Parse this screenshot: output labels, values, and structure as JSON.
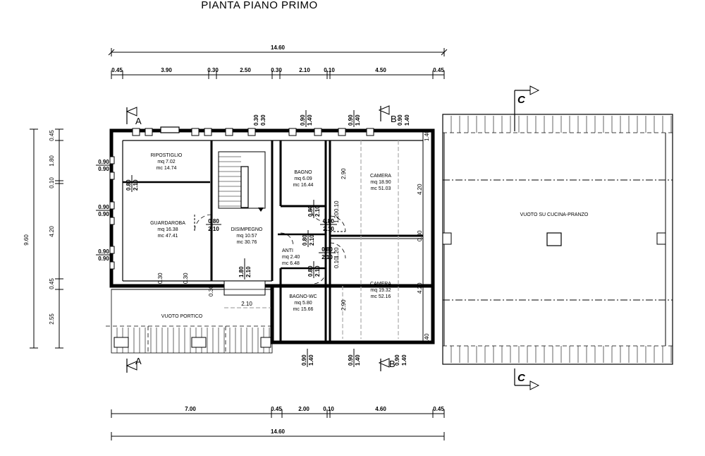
{
  "title": "PIANTA PIANO PRIMO",
  "dims_top": {
    "total": "14.60",
    "segments": [
      "0.45",
      "3.90",
      "0.30",
      "2.50",
      "0.30",
      "2.10",
      "0.10",
      "4.50",
      "0.45"
    ]
  },
  "dims_bottom": {
    "total": "14.60",
    "segments": [
      "7.00",
      "0.45",
      "2.00",
      "0.10",
      "4.60",
      "0.45"
    ]
  },
  "dims_left": {
    "total": "9.60",
    "segments": [
      "0.45",
      "1.80",
      "0.10",
      "4.20",
      "0.45",
      "2.55"
    ]
  },
  "window_dims": {
    "left": [
      "0.90",
      "0.90",
      "0.90",
      "0.90",
      "0.90",
      "0.90"
    ],
    "top": [
      "0.30",
      "0.30",
      "0.90",
      "1.40",
      "0.90",
      "1.40",
      "0.90",
      "1.40"
    ],
    "bottom": [
      "0.90",
      "1.40",
      "0.90",
      "1.40",
      "0.90",
      "1.40"
    ]
  },
  "rooms": [
    {
      "name": "RIPOSTIGLIO",
      "mq": "mq 7.02",
      "mc": "mc 14.74"
    },
    {
      "name": "GUARDAROBA",
      "mq": "mq 16.38",
      "mc": "mc 47.41"
    },
    {
      "name": "DISIMPEGNO",
      "mq": "mq 10.57",
      "mc": "mc 30.76"
    },
    {
      "name": "BAGNO",
      "mq": "mq 6.09",
      "mc": "mc 16.44"
    },
    {
      "name": "ANTI",
      "mq": "mq 2.40",
      "mc": "mc 6.48"
    },
    {
      "name": "BAGNO-WC",
      "mq": "mq 5.80",
      "mc": "mc 15.66"
    },
    {
      "name": "CAMERA",
      "mq": "mq 18.90",
      "mc": "mc 51.03"
    },
    {
      "name": "CAMERA",
      "mq": "mq 19.32",
      "mc": "mc 52.16"
    }
  ],
  "voids": {
    "portico": "VUOTO PORTICO",
    "kitchen": "VUOTO SU CUCINA-PRANZO"
  },
  "doors": [
    {
      "w": "0.80",
      "h": "2.10"
    },
    {
      "w": "0.80",
      "h": "2.10"
    },
    {
      "w": "0.80",
      "h": "2.10"
    },
    {
      "w": "0.80",
      "h": "2.10"
    },
    {
      "w": "0.80",
      "h": "2.10"
    },
    {
      "w": "0.80",
      "h": "2.10"
    },
    {
      "w": "0.80",
      "h": "2.10"
    },
    {
      "w": "1.80",
      "h": "2.10"
    }
  ],
  "inner_dims": [
    "2.90",
    "4.20",
    "1.20",
    "0.10",
    "0.30",
    "1.20",
    "0.10",
    "2.90",
    "4.20",
    "1.40",
    "1.40",
    "0.30",
    "0.30",
    "0.30",
    "2.10"
  ],
  "section_marks": {
    "a": "A",
    "b": "B",
    "c": "C"
  }
}
